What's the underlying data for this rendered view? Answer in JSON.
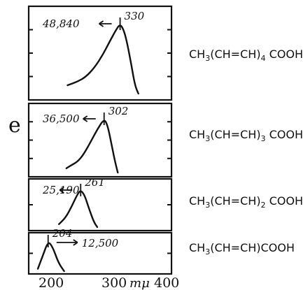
{
  "chart_data": {
    "type": "line",
    "ylabel": "e",
    "xunit": "mμ",
    "xlim": [
      170,
      420
    ],
    "x_ticks": [
      "200",
      "300",
      "400"
    ],
    "panels": [
      {
        "formula_main": "CH",
        "formula_sub1": "3",
        "formula_mid": "(CH=CH)",
        "formula_sub2": "4",
        "formula_end": " COOH",
        "peak_x": 330,
        "peak_x_label": "330",
        "peak_value": "48,840",
        "label_side": "left",
        "curve": [
          [
            238,
            0.12
          ],
          [
            255,
            0.17
          ],
          [
            270,
            0.24
          ],
          [
            285,
            0.37
          ],
          [
            300,
            0.56
          ],
          [
            312,
            0.75
          ],
          [
            322,
            0.9
          ],
          [
            330,
            1.0
          ],
          [
            337,
            0.9
          ],
          [
            343,
            0.7
          ],
          [
            350,
            0.4
          ],
          [
            356,
            0.12
          ],
          [
            362,
            0.0
          ]
        ]
      },
      {
        "formula_main": "CH",
        "formula_sub1": "3",
        "formula_mid": "(CH=CH)",
        "formula_sub2": "3",
        "formula_end": " COOH",
        "peak_x": 302,
        "peak_x_label": "302",
        "peak_value": "36,500",
        "label_side": "left",
        "curve": [
          [
            236,
            0.08
          ],
          [
            245,
            0.14
          ],
          [
            255,
            0.2
          ],
          [
            265,
            0.32
          ],
          [
            278,
            0.56
          ],
          [
            290,
            0.8
          ],
          [
            302,
            1.0
          ],
          [
            308,
            0.88
          ],
          [
            314,
            0.58
          ],
          [
            320,
            0.26
          ],
          [
            326,
            0.0
          ]
        ]
      },
      {
        "formula_main": "CH",
        "formula_sub1": "3",
        "formula_mid": "(CH=CH)",
        "formula_sub2": "2",
        "formula_end": " COOH",
        "peak_x": 261,
        "peak_x_label": "261",
        "peak_value": "25,190",
        "label_side": "left",
        "curve": [
          [
            223,
            0.08
          ],
          [
            235,
            0.26
          ],
          [
            246,
            0.58
          ],
          [
            255,
            0.88
          ],
          [
            261,
            1.0
          ],
          [
            268,
            0.86
          ],
          [
            276,
            0.48
          ],
          [
            284,
            0.14
          ],
          [
            290,
            0.0
          ]
        ]
      },
      {
        "formula_main": "CH",
        "formula_sub1": "3",
        "formula_mid": "(CH=CH)",
        "formula_sub2": "",
        "formula_end": "COOH",
        "peak_x": 204,
        "peak_x_label": "204",
        "peak_value": "12,500",
        "label_side": "right",
        "curve": [
          [
            186,
            0.08
          ],
          [
            194,
            0.48
          ],
          [
            204,
            1.0
          ],
          [
            212,
            0.8
          ],
          [
            222,
            0.28
          ],
          [
            232,
            0.0
          ]
        ]
      }
    ]
  }
}
